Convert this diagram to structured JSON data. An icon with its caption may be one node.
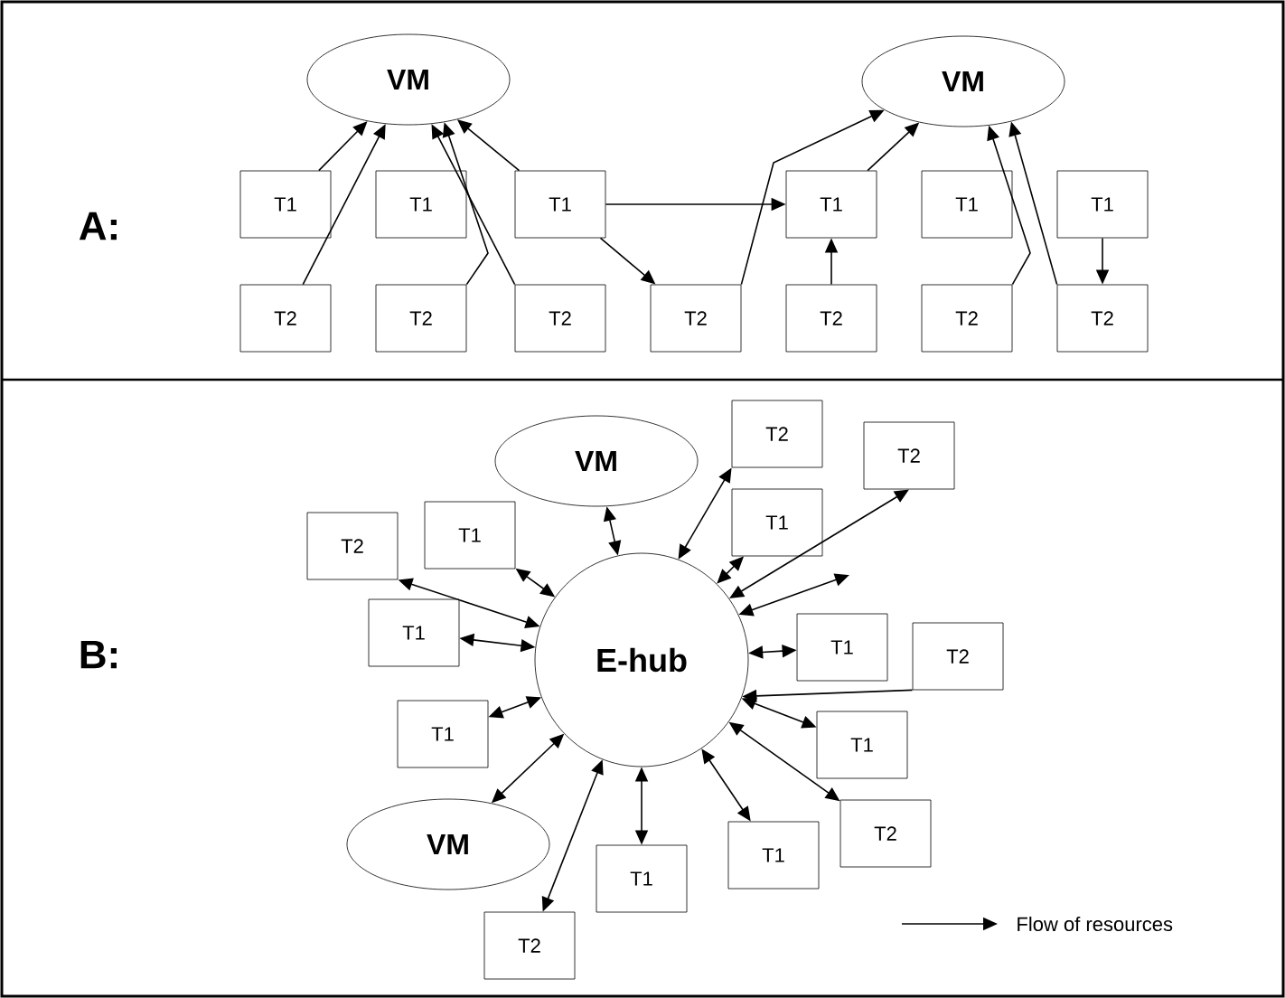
{
  "diagram": {
    "nodes": [
      {
        "text": [
          "VM"
        ]
      },
      {
        "text": [
          "VM"
        ]
      },
      {
        "text": [
          "T1"
        ]
      },
      {
        "text": [
          "T1"
        ]
      },
      {
        "text": [
          "T1"
        ]
      },
      {
        "text": [
          "T1"
        ]
      },
      {
        "text": [
          "T1"
        ]
      },
      {
        "text": [
          "T1"
        ]
      },
      {
        "text": [
          "T2"
        ]
      },
      {
        "text": [
          "T2"
        ]
      },
      {
        "text": [
          "T2"
        ]
      },
      {
        "text": [
          "T2"
        ]
      },
      {
        "text": [
          "T2"
        ]
      },
      {
        "text": [
          "T2"
        ]
      },
      {
        "text": [
          "T2"
        ]
      },
      {
        "text": [
          "T2"
        ]
      },
      {
        "text": [
          "T2"
        ]
      },
      {
        "text": [
          "VM"
        ]
      },
      {
        "text": [
          "T1"
        ]
      },
      {
        "text": [
          "T2"
        ]
      },
      {
        "text": [
          "T1"
        ]
      },
      {
        "text": [
          "T1"
        ]
      },
      {
        "text": [
          "T1"
        ]
      },
      {
        "text": [
          "E-hub"
        ]
      },
      {
        "text": [
          "T2"
        ]
      },
      {
        "text": [
          "T1"
        ]
      },
      {
        "text": [
          "T1"
        ]
      },
      {
        "text": [
          "T2"
        ]
      },
      {
        "text": [
          "VM"
        ]
      },
      {
        "text": [
          "T1"
        ]
      },
      {
        "text": [
          "T1"
        ]
      },
      {
        "text": [
          "T2"
        ]
      }
    ],
    "edges": [
      {
        "from": 2,
        "to": 0,
        "arrow": "to"
      },
      {
        "from": 8,
        "to": 0,
        "arrow": "to"
      },
      {
        "from": 9,
        "to": 0,
        "arrow": "to"
      },
      {
        "from": 10,
        "to": 0,
        "arrow": "to"
      },
      {
        "from": 4,
        "to": 0,
        "arrow": "to"
      },
      {
        "from": 4,
        "to": 11,
        "arrow": "to"
      },
      {
        "from": 4,
        "to": 5,
        "arrow": "to"
      },
      {
        "from": 11,
        "to": 1,
        "arrow": "to"
      },
      {
        "from": 5,
        "to": 1,
        "arrow": "to"
      },
      {
        "from": 12,
        "to": 5,
        "arrow": "to"
      },
      {
        "from": 13,
        "to": 1,
        "arrow": "to"
      },
      {
        "from": 14,
        "to": 1,
        "arrow": "to"
      },
      {
        "from": 7,
        "to": 14,
        "arrow": "to"
      },
      {
        "from": 17,
        "to": 23,
        "arrow": "both"
      },
      {
        "from": 23,
        "to": 15,
        "arrow": "both"
      },
      {
        "from": 23,
        "to": 18,
        "arrow": "both"
      },
      {
        "from": 23,
        "to": 16,
        "arrow": "both"
      },
      {
        "from": 19,
        "to": 23,
        "arrow": "both"
      },
      {
        "from": 20,
        "to": 23,
        "arrow": "both"
      },
      {
        "from": 21,
        "to": 23,
        "arrow": "both"
      },
      {
        "from": 23,
        "to": null,
        "arrow": "both"
      },
      {
        "from": 23,
        "to": 22,
        "arrow": "both"
      },
      {
        "from": 24,
        "to": 23,
        "arrow": "to"
      },
      {
        "from": 23,
        "to": 26,
        "arrow": "both"
      },
      {
        "from": 23,
        "to": 27,
        "arrow": "both"
      },
      {
        "from": 23,
        "to": 29,
        "arrow": "both"
      },
      {
        "from": 23,
        "to": 30,
        "arrow": "both"
      },
      {
        "from": 23,
        "to": 28,
        "arrow": "both"
      },
      {
        "from": 23,
        "to": 31,
        "arrow": "both"
      },
      {
        "from": 23,
        "to": 25,
        "arrow": "both"
      }
    ],
    "labels": [
      "A:",
      "B:"
    ],
    "legend": [
      {
        "text": "Flow of resources"
      }
    ]
  }
}
